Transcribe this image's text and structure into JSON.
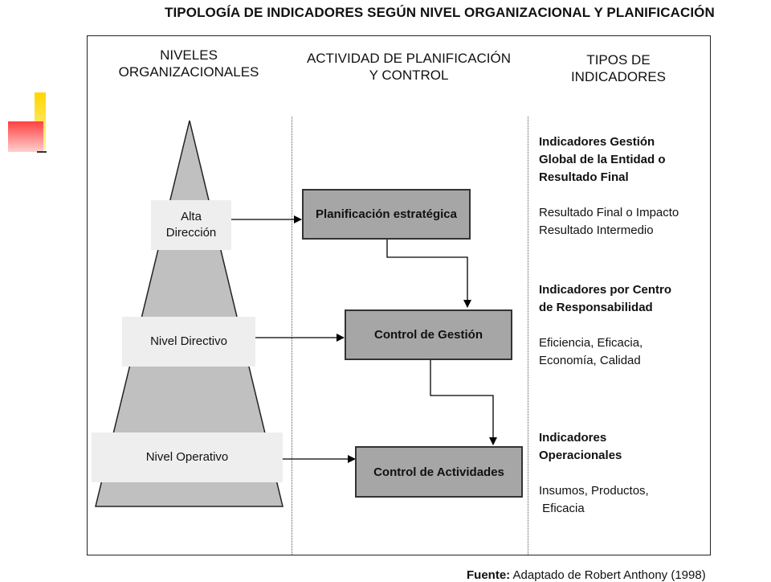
{
  "title": "TIPOLOGÍA DE INDICADORES SEGÚN NIVEL ORGANIZACIONAL Y PLANIFICACIÓN",
  "columns": {
    "levels": [
      "NIVELES",
      "ORGANIZACIONALES"
    ],
    "activity": [
      "ACTIVIDAD DE PLANIFICACIÓN",
      "Y CONTROL"
    ],
    "types": [
      "TIPOS DE",
      "INDICADORES"
    ]
  },
  "levels": {
    "alta": [
      "Alta",
      "Dirección"
    ],
    "directivo": "Nivel Directivo",
    "operativo": "Nivel Operativo"
  },
  "activities": {
    "planificacion": "Planificación estratégica",
    "gestion": "Control de Gestión",
    "actividades": "Control de Actividades"
  },
  "indicators": {
    "global": {
      "heading": [
        "Indicadores Gestión",
        "Global de la Entidad o",
        "Resultado Final"
      ],
      "items": [
        "Resultado Final o Impacto",
        "Resultado Intermedio"
      ]
    },
    "centro": {
      "heading": [
        "Indicadores por Centro",
        "de Responsabilidad"
      ],
      "items": [
        "Eficiencia, Eficacia,",
        "Economía, Calidad"
      ]
    },
    "operacionales": {
      "heading": [
        "Indicadores",
        "Operacionales"
      ],
      "items": [
        "Insumos, Productos,",
        " Eficacia"
      ]
    }
  },
  "source": {
    "label": "Fuente:",
    "text": " Adaptado de Robert Anthony (1998)"
  },
  "colors": {
    "pyramid": "#c0c0c0",
    "box": "#a6a6a6",
    "level_bg": "#eeeeee",
    "accent_yellow": "#ffd700",
    "accent_red": "#ff5050"
  }
}
